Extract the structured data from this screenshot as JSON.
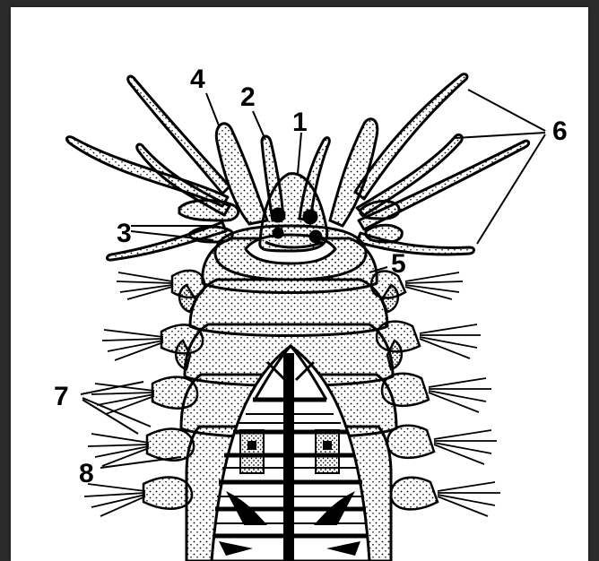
{
  "figure": {
    "labels": [
      "1",
      "2",
      "3",
      "4",
      "5",
      "6",
      "7",
      "8"
    ]
  },
  "colors": {
    "page": "#ffffff",
    "background": "#2b2b2b",
    "ink": "#000000"
  }
}
